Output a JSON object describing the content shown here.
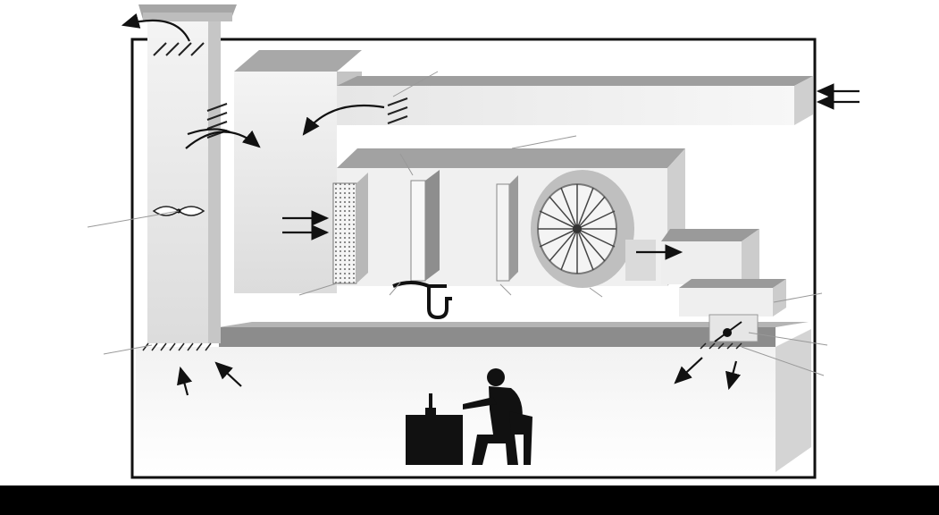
{
  "diagram": {
    "type": "hvac-air-handling-schematic",
    "labels": [],
    "icons": [
      "exhaust-duct",
      "outdoor-air-intake",
      "return-air-damper",
      "filter",
      "cooling-coil",
      "heating-coil",
      "condensate-trap",
      "centrifugal-fan",
      "supply-duct",
      "supply-diffuser",
      "return-grille",
      "worker-at-desk",
      "airflow-arrow"
    ],
    "colors": {
      "outline": "#111111",
      "duct_light": "#eeeeee",
      "duct_mid": "#d6d6d6",
      "duct_dark": "#9a9a9a",
      "floor_band": "#8c8c8c",
      "bottom_bar": "#000000"
    }
  }
}
